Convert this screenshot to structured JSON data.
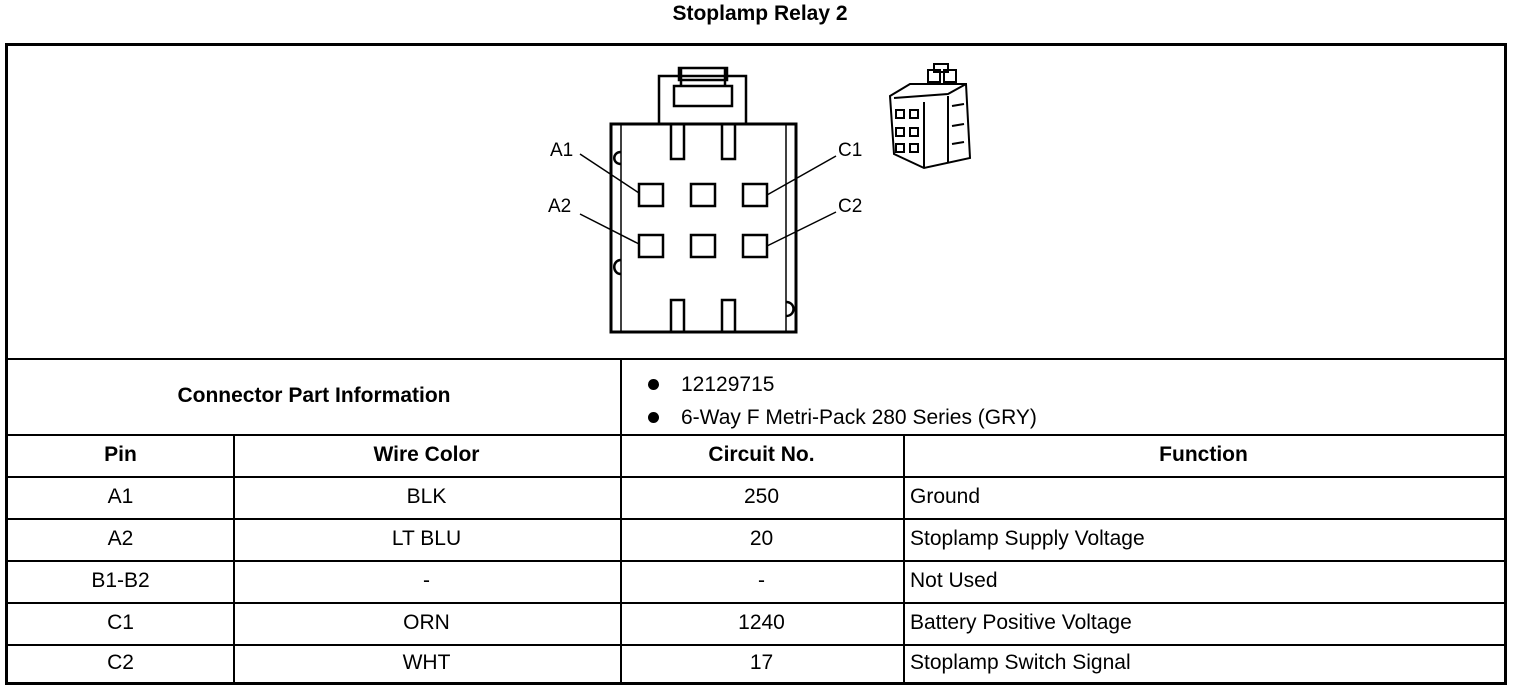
{
  "title": "Stoplamp Relay 2",
  "diagram": {
    "pin_labels": {
      "a1": "A1",
      "a2": "A2",
      "c1": "C1",
      "c2": "C2"
    }
  },
  "connector_info": {
    "label": "Connector Part Information",
    "items": [
      "12129715",
      "6-Way F Metri-Pack 280 Series (GRY)"
    ]
  },
  "table": {
    "headers": {
      "pin": "Pin",
      "wire_color": "Wire Color",
      "circuit": "Circuit No.",
      "function": "Function"
    },
    "rows": [
      {
        "pin": "A1",
        "wire_color": "BLK",
        "circuit": "250",
        "function": "Ground"
      },
      {
        "pin": "A2",
        "wire_color": "LT BLU",
        "circuit": "20",
        "function": "Stoplamp Supply Voltage"
      },
      {
        "pin": "B1-B2",
        "wire_color": "-",
        "circuit": "-",
        "function": "Not Used"
      },
      {
        "pin": "C1",
        "wire_color": "ORN",
        "circuit": "1240",
        "function": "Battery Positive Voltage"
      },
      {
        "pin": "C2",
        "wire_color": "WHT",
        "circuit": "17",
        "function": "Stoplamp Switch Signal"
      }
    ]
  }
}
